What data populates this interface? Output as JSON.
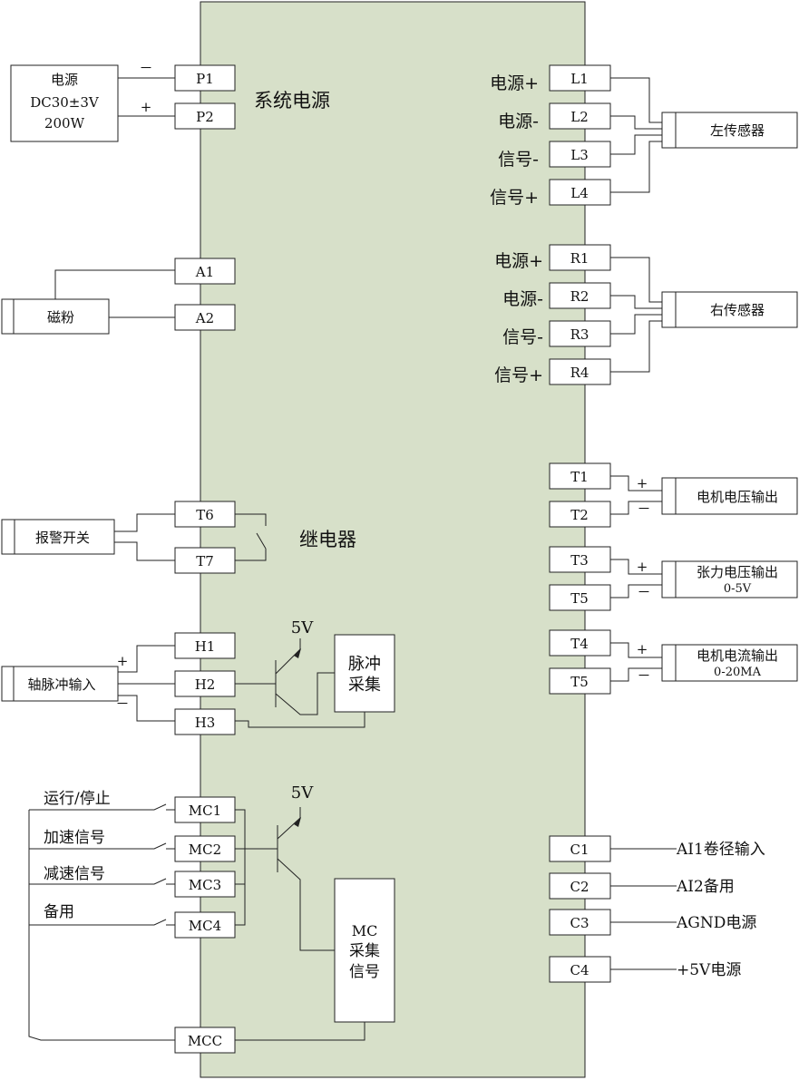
{
  "system_label": "系统电源",
  "relay_label": "继电器",
  "power_supply": {
    "lines": [
      "电源",
      "DC30±3V",
      "200W"
    ],
    "minus": "－",
    "plus": "+"
  },
  "left_terminals": {
    "P1": "P1",
    "P2": "P2",
    "A1": "A1",
    "A2": "A2",
    "T6": "T6",
    "T7": "T7",
    "H1": "H1",
    "H2": "H2",
    "H3": "H3",
    "MC1": "MC1",
    "MC2": "MC2",
    "MC3": "MC3",
    "MC4": "MC4",
    "MCC": "MCC"
  },
  "right_terminals": {
    "L1": "L1",
    "L2": "L2",
    "L3": "L3",
    "L4": "L4",
    "R1": "R1",
    "R2": "R2",
    "R3": "R3",
    "R4": "R4",
    "T1": "T1",
    "T2": "T2",
    "T3": "T3",
    "T5a": "T5",
    "T4": "T4",
    "T5b": "T5",
    "C1": "C1",
    "C2": "C2",
    "C3": "C3",
    "C4": "C4"
  },
  "left_sensor": {
    "label": "左传感器",
    "pins": [
      "电源+",
      "电源-",
      "信号-",
      "信号+"
    ]
  },
  "right_sensor": {
    "label": "右传感器",
    "pins": [
      "电源+",
      "电源-",
      "信号-",
      "信号+"
    ]
  },
  "magnetic_powder": "磁粉",
  "alarm_switch": "报警开关",
  "shaft_pulse": {
    "label": "轴脉冲输入",
    "plus": "+",
    "minus": "－"
  },
  "pulse_acq": {
    "lines": [
      "脉冲",
      "采集"
    ],
    "vcc": "5V"
  },
  "mc_inputs": [
    "运行/停止",
    "加速信号",
    "减速信号",
    "备用"
  ],
  "mc_acq": {
    "lines": [
      "MC",
      "采集",
      "信号"
    ],
    "vcc": "5V"
  },
  "outputs": {
    "motor_voltage": {
      "lines": [
        "电机电压输出"
      ],
      "plus": "+",
      "minus": "－"
    },
    "tension_voltage": {
      "lines": [
        "张力电压输出",
        "0-5V"
      ],
      "plus": "+",
      "minus": "－"
    },
    "motor_current": {
      "lines": [
        "电机电流输出",
        "0-20MA"
      ],
      "plus": "+",
      "minus": "－"
    }
  },
  "analog_labels": [
    "AI1卷径输入",
    "AI2备用",
    "AGND电源",
    "+5V电源"
  ]
}
